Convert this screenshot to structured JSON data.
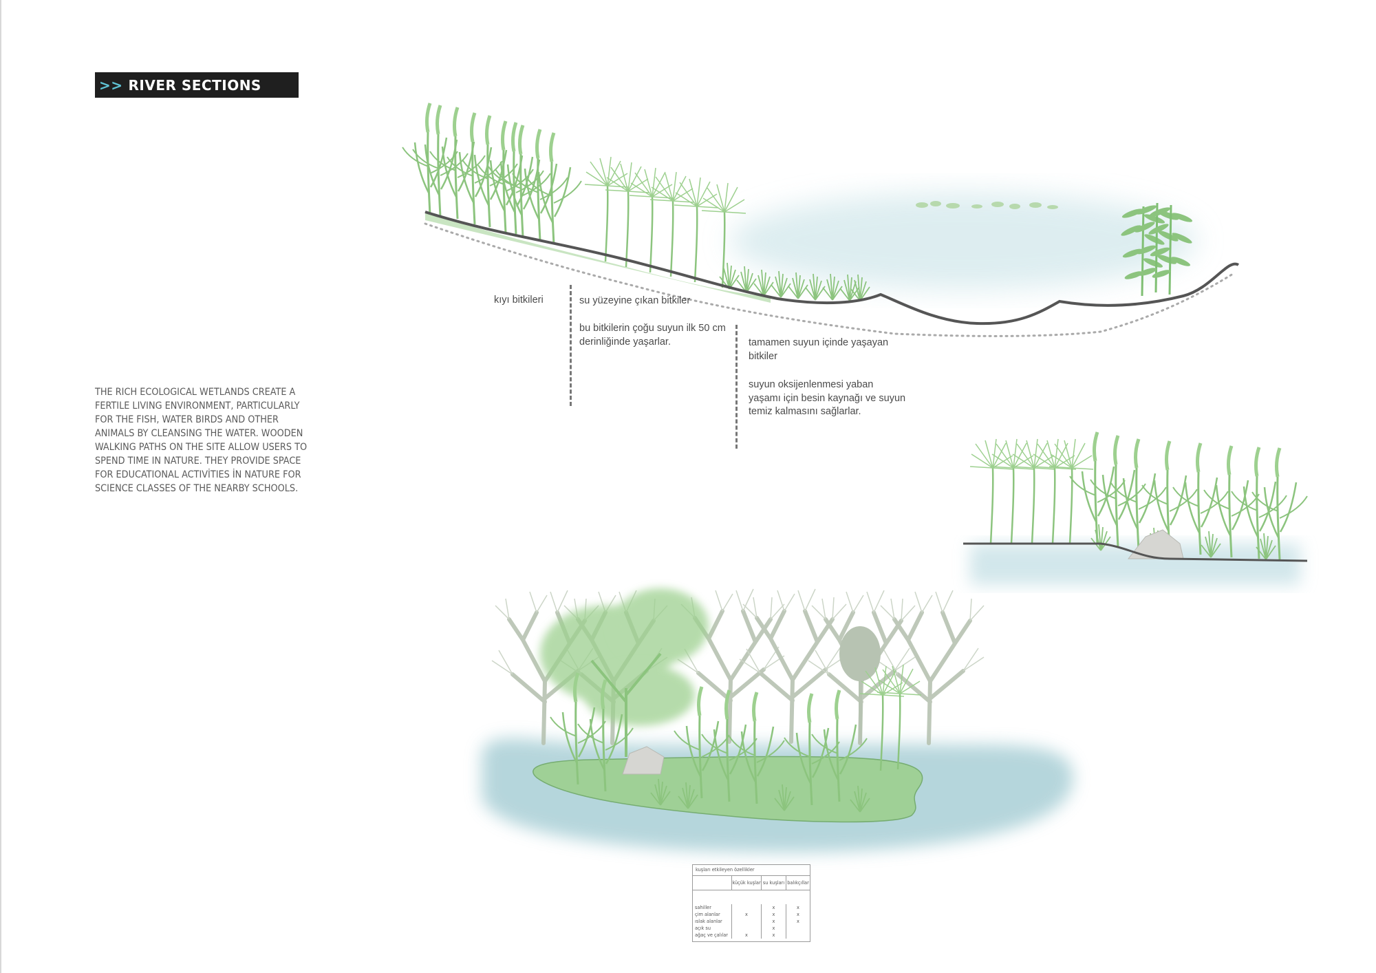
{
  "title": {
    "chevron": ">>",
    "text": "RIVER SECTIONS"
  },
  "description": "THE RICH ECOLOGICAL WETLANDS CREATE A FERTILE LIVING ENVIRONMENT, PARTICULARLY FOR THE FISH, WATER BIRDS AND OTHER ANIMALS BY CLEANSING THE WATER. WOODEN WALKING PATHS ON THE SITE ALLOW USERS TO SPEND TIME IN NATURE. THEY PROVIDE SPACE FOR EDUCATIONAL ACTIVİTIES İN NATURE FOR SCIENCE CLASSES OF THE NEARBY SCHOOLS.",
  "section_labels": {
    "shore": "kıyı bitkileri",
    "emergent": "su yüzeyine çıkan bitkiler",
    "emergent_note": "bu bitkilerin çoğu suyun ilk 50 cm derinliğinde yaşarlar.",
    "submerged": "tamamen suyun içinde yaşayan bitkiler",
    "submerged_note": "suyun oksijenlenmesi yaban yaşamı için besin kaynağı ve suyun temiz kalmasını sağlarlar."
  },
  "bird_table": {
    "title": "kuşları etkileyen özellikler",
    "columns": [
      "küçük kuşlar",
      "su kuşları",
      "balıkçıllar"
    ],
    "rows": [
      {
        "label": "sahiller",
        "cells": [
          "",
          "x",
          "x"
        ]
      },
      {
        "label": "çim alanlar",
        "cells": [
          "x",
          "x",
          "x"
        ]
      },
      {
        "label": "ıslak alanlar",
        "cells": [
          "",
          "x",
          "x"
        ]
      },
      {
        "label": "açık su",
        "cells": [
          "",
          "x",
          ""
        ]
      },
      {
        "label": "ağaç ve çalılar",
        "cells": [
          "x",
          "x",
          ""
        ]
      }
    ]
  },
  "colors": {
    "vegetation": "#8cc47e",
    "ground": "#555555",
    "water": "#a9cfd6",
    "trees": "#b7c3b2"
  }
}
